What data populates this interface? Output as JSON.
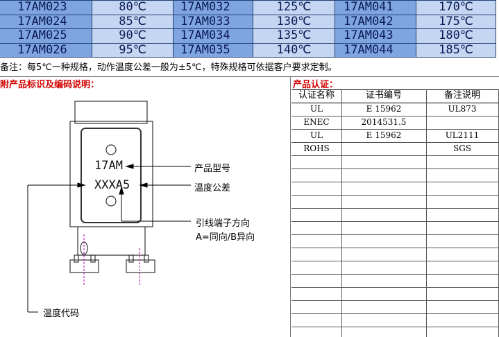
{
  "spec_table": {
    "rows": [
      [
        "17AM023",
        "80℃",
        "17AM032",
        "125℃",
        "17AM041",
        "170℃"
      ],
      [
        "17AM024",
        "85℃",
        "17AM033",
        "130℃",
        "17AM042",
        "175℃"
      ],
      [
        "17AM025",
        "90℃",
        "17AM034",
        "135℃",
        "17AM043",
        "180℃"
      ],
      [
        "17AM026",
        "95℃",
        "17AM035",
        "140℃",
        "17AM044",
        "185℃"
      ]
    ]
  },
  "note": "备注：每5℃一种规格，动作温度公差一般为±5℃，特殊规格可依据客户要求定制。",
  "marking_section": {
    "title": "附产品标识及编码说明：",
    "marking_line1": "17AM",
    "marking_line2": "XXXA5",
    "label_model": "产品型号",
    "label_tolerance": "温度公差",
    "label_direction_1": "引线端子方向",
    "label_direction_2": "A=同向/B异向",
    "label_temp_code": "温度代码"
  },
  "cert_section": {
    "title": "产品认证：",
    "headers": [
      "认证名称",
      "证书编号",
      "备注说明"
    ],
    "rows": [
      [
        "UL",
        "E 15962",
        "UL873"
      ],
      [
        "ENEC",
        "2014531.5",
        ""
      ],
      [
        "UL",
        "E 15962",
        "UL2111"
      ],
      [
        "ROHS",
        "",
        "SGS"
      ]
    ],
    "empty_rows": 13
  }
}
